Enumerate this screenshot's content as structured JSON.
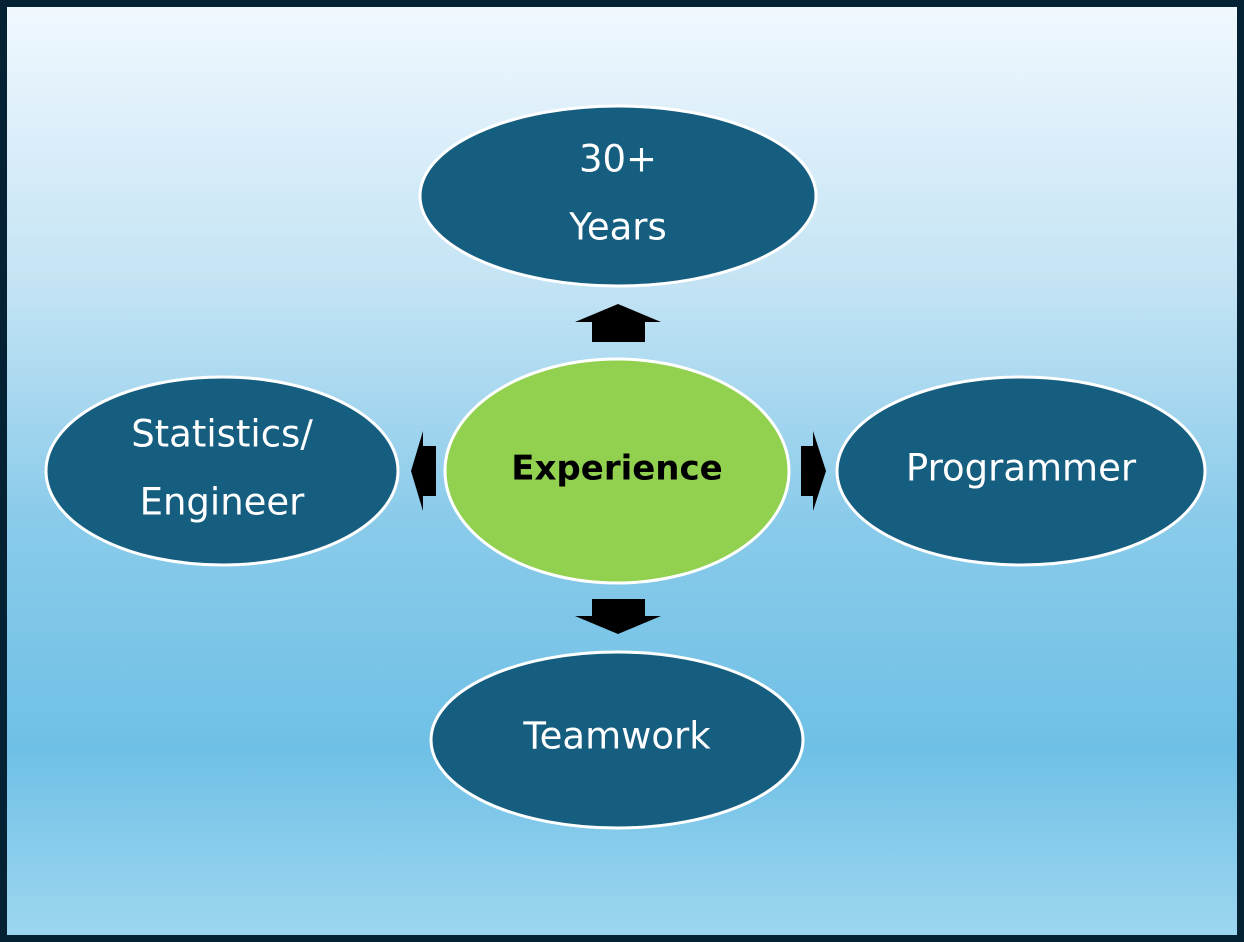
{
  "diagram": {
    "center": {
      "label": "Experience",
      "color": "#92d050",
      "text_color": "#000000"
    },
    "nodes": [
      {
        "id": "top",
        "lines": [
          "30+",
          "Years"
        ],
        "color": "#165e80"
      },
      {
        "id": "left",
        "lines": [
          "Statistics/",
          "Engineer"
        ],
        "color": "#165e80"
      },
      {
        "id": "right",
        "lines": [
          "Programmer"
        ],
        "color": "#165e80"
      },
      {
        "id": "bottom",
        "lines": [
          "Teamwork"
        ],
        "color": "#165e80"
      }
    ],
    "arrows": [
      "up",
      "left",
      "right",
      "down"
    ],
    "colors": {
      "frame": "#052235",
      "outline": "#ffffff",
      "arrow": "#000000"
    }
  }
}
